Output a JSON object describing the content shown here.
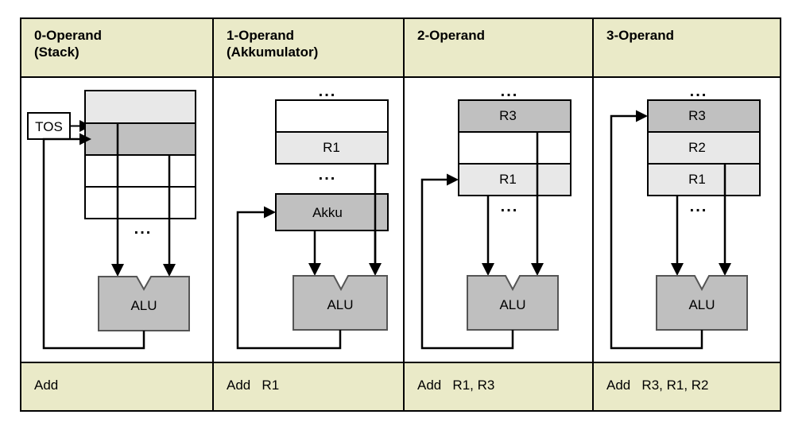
{
  "page": {
    "background": "#ffffff",
    "table_border_color": "#000000"
  },
  "palette": {
    "header_bg": "#eaeac8",
    "footer_bg": "#eaeac8",
    "cell_white": "#ffffff",
    "cell_light_gray": "#e8e8e8",
    "cell_mid_gray": "#c0c0c0",
    "alu_fill": "#bfbfbf",
    "line": "#000000"
  },
  "columns": [
    {
      "id": "zero-operand",
      "header": "0-Operand\n(Stack)",
      "instruction": "Add",
      "diagram": {
        "pointer_label": "TOS",
        "alu_label": "ALU",
        "ellipsis": "...",
        "cells": [
          {
            "label": "",
            "fill": "#e8e8e8"
          },
          {
            "label": "",
            "fill": "#c0c0c0"
          },
          {
            "label": "",
            "fill": "#ffffff"
          },
          {
            "label": "",
            "fill": "#ffffff"
          }
        ]
      }
    },
    {
      "id": "one-operand",
      "header": "1-Operand\n(Akkumulator)",
      "instruction": "Add   R1",
      "diagram": {
        "accumulator_label": "Akku",
        "alu_label": "ALU",
        "ellipsis_top": "...",
        "ellipsis_bottom": "...",
        "cells": [
          {
            "label": "",
            "fill": "#ffffff"
          },
          {
            "label": "R1",
            "fill": "#e8e8e8"
          }
        ]
      }
    },
    {
      "id": "two-operand",
      "header": "2-Operand",
      "instruction": "Add   R1, R3",
      "diagram": {
        "alu_label": "ALU",
        "ellipsis_top": "...",
        "ellipsis_bottom": "...",
        "cells": [
          {
            "label": "R3",
            "fill": "#c0c0c0"
          },
          {
            "label": "",
            "fill": "#ffffff"
          },
          {
            "label": "R1",
            "fill": "#e8e8e8"
          }
        ]
      }
    },
    {
      "id": "three-operand",
      "header": "3-Operand",
      "instruction": "Add   R3, R1, R2",
      "diagram": {
        "alu_label": "ALU",
        "ellipsis_top": "...",
        "ellipsis_bottom": "...",
        "cells": [
          {
            "label": "R3",
            "fill": "#c0c0c0"
          },
          {
            "label": "R2",
            "fill": "#e8e8e8"
          },
          {
            "label": "R1",
            "fill": "#e8e8e8"
          }
        ]
      }
    }
  ]
}
